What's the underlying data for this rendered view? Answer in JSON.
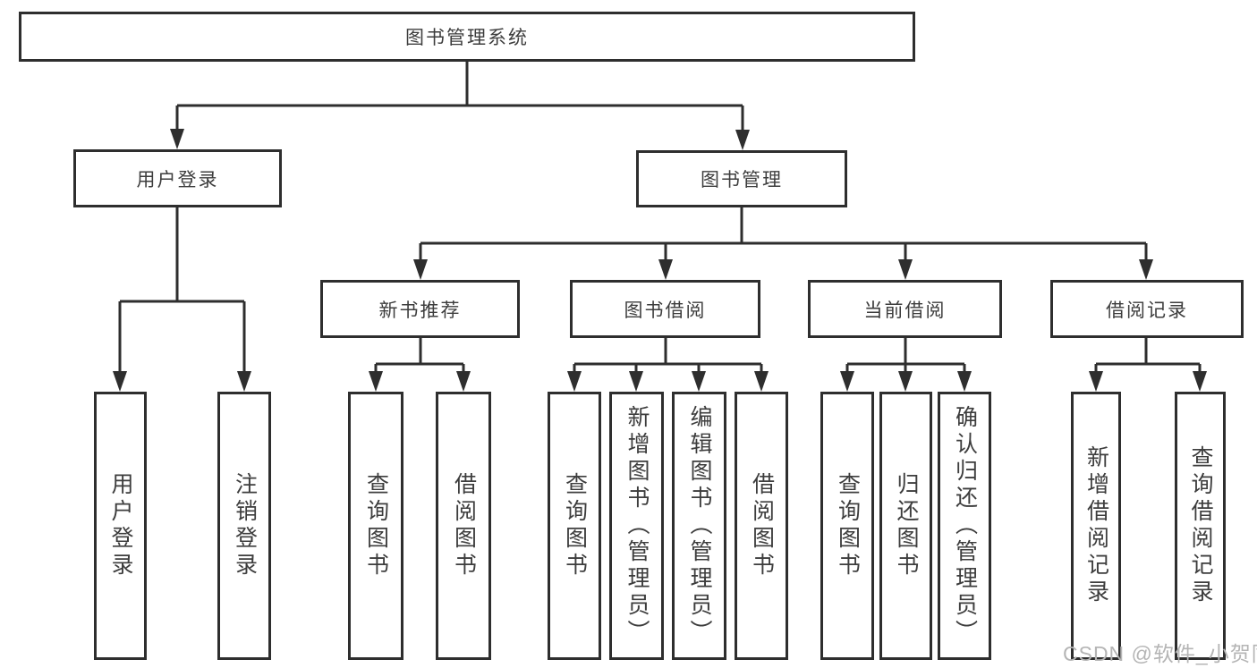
{
  "colors": {
    "line": "#2e2e2e",
    "text": "#3d3d3d",
    "background": "#ffffff",
    "watermark": "#b5b5b5"
  },
  "watermark": {
    "text": "CSDN @软件_小贺同学"
  },
  "tree": {
    "label": "图书管理系统",
    "children": [
      {
        "label": "用户登录",
        "children": [
          {
            "label": "用户登录"
          },
          {
            "label": "注销登录"
          }
        ]
      },
      {
        "label": "图书管理",
        "children": [
          {
            "label": "新书推荐",
            "children": [
              {
                "label": "查询图书"
              },
              {
                "label": "借阅图书"
              }
            ]
          },
          {
            "label": "图书借阅",
            "children": [
              {
                "label": "查询图书"
              },
              {
                "label": "新增图书（管理员）"
              },
              {
                "label": "编辑图书（管理员）"
              },
              {
                "label": "借阅图书"
              }
            ]
          },
          {
            "label": "当前借阅",
            "children": [
              {
                "label": "查询图书"
              },
              {
                "label": "归还图书"
              },
              {
                "label": "确认归还（管理员）"
              }
            ]
          },
          {
            "label": "借阅记录",
            "children": [
              {
                "label": "新增借阅记录"
              },
              {
                "label": "查询借阅记录"
              }
            ]
          }
        ]
      }
    ]
  }
}
